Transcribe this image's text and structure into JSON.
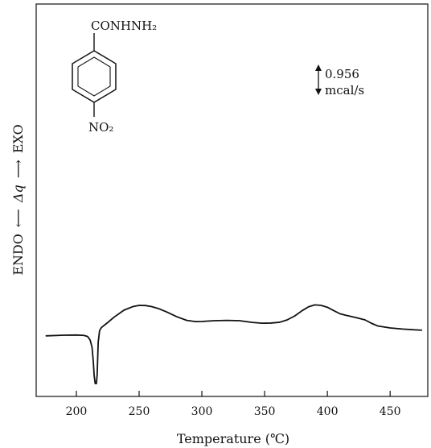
{
  "chart_data": {
    "type": "line",
    "title": "",
    "xlabel": "Temperature (℃)",
    "ylabel_parts": {
      "left": "ENDO",
      "arrow_left": "⟵",
      "mid": "Δq",
      "arrow_right": "⟶",
      "right": "EXO"
    },
    "xlim": [
      168,
      480
    ],
    "ylim": [
      0,
      100
    ],
    "x_ticks": [
      200,
      250,
      300,
      350,
      400,
      450
    ],
    "x_tick_labels": [
      "200",
      "250",
      "300",
      "350",
      "400",
      "450"
    ],
    "grid": false,
    "legend": "none",
    "colors": {
      "line": "#111111",
      "axis": "#111111",
      "background": "#ffffff"
    },
    "series": [
      {
        "x": [
          176,
          190,
          200,
          206,
          209,
          211,
          212.5,
          213.5,
          214.2,
          215,
          216,
          216.6,
          217.4,
          218.5,
          220,
          224,
          230,
          238,
          245,
          250,
          255,
          260,
          266,
          272,
          280,
          288,
          295,
          300,
          310,
          320,
          330,
          340,
          348,
          355,
          362,
          368,
          374,
          380,
          385,
          390,
          395,
          400,
          405,
          410,
          415,
          420,
          425,
          430,
          435,
          440,
          450,
          460,
          470,
          475
        ],
        "y": [
          30.2,
          30.6,
          30.7,
          30.5,
          29.8,
          27.5,
          23,
          14,
          5,
          0,
          0,
          6,
          26,
          33.5,
          35.5,
          38,
          42,
          46.5,
          48.7,
          49.5,
          49.4,
          48.7,
          47.3,
          45.3,
          42.3,
          40,
          39.2,
          39.3,
          39.8,
          40,
          39.8,
          38.7,
          38.2,
          38.3,
          38.8,
          40.3,
          42.8,
          46.2,
          48.6,
          49.8,
          49.5,
          48.3,
          46.2,
          44.2,
          43.2,
          42.3,
          41.3,
          40.3,
          38.2,
          36.5,
          35.2,
          34.5,
          34,
          33.8
        ]
      }
    ],
    "annotations": {
      "structure": {
        "substituent_top": "CONHNH₂",
        "substituent_bottom": "NO₂"
      },
      "scale_bar": {
        "value": "0.956",
        "unit": "mcal/s"
      }
    }
  }
}
